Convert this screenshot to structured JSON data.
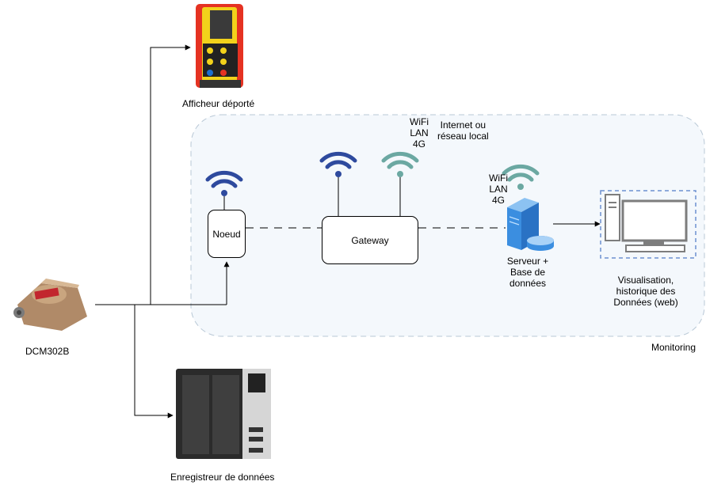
{
  "monitoring_zone": {
    "label": "Monitoring",
    "fill": "#f4f8fc",
    "stroke": "#b9c8d6"
  },
  "sensor": {
    "label": "DCM302B"
  },
  "remote_display": {
    "label": "Afficheur déporté"
  },
  "data_logger": {
    "label": "Enregistreur de données"
  },
  "node": {
    "label": "Noeud"
  },
  "gateway": {
    "label": "Gateway"
  },
  "network": {
    "links": [
      "WiFi",
      "LAN",
      "4G"
    ],
    "internet_label_line1": "Internet ou",
    "internet_label_line2": "réseau local"
  },
  "server": {
    "links": [
      "WiFi",
      "LAN",
      "4G"
    ],
    "label_lines": [
      "Serveur +",
      "Base de",
      "données"
    ]
  },
  "monitor": {
    "label_lines": [
      "Visualisation,",
      "historique des",
      "Données (web)"
    ]
  },
  "colors": {
    "wifi_dark": "#2e4a9e",
    "wifi_teal": "#6ba8a2",
    "server_blue": "#3b8ee0",
    "logger_dark": "#2b2b2b",
    "display_red": "#e53222",
    "display_yellow": "#f2d21b",
    "sensor_bronze": "#b08a68"
  }
}
